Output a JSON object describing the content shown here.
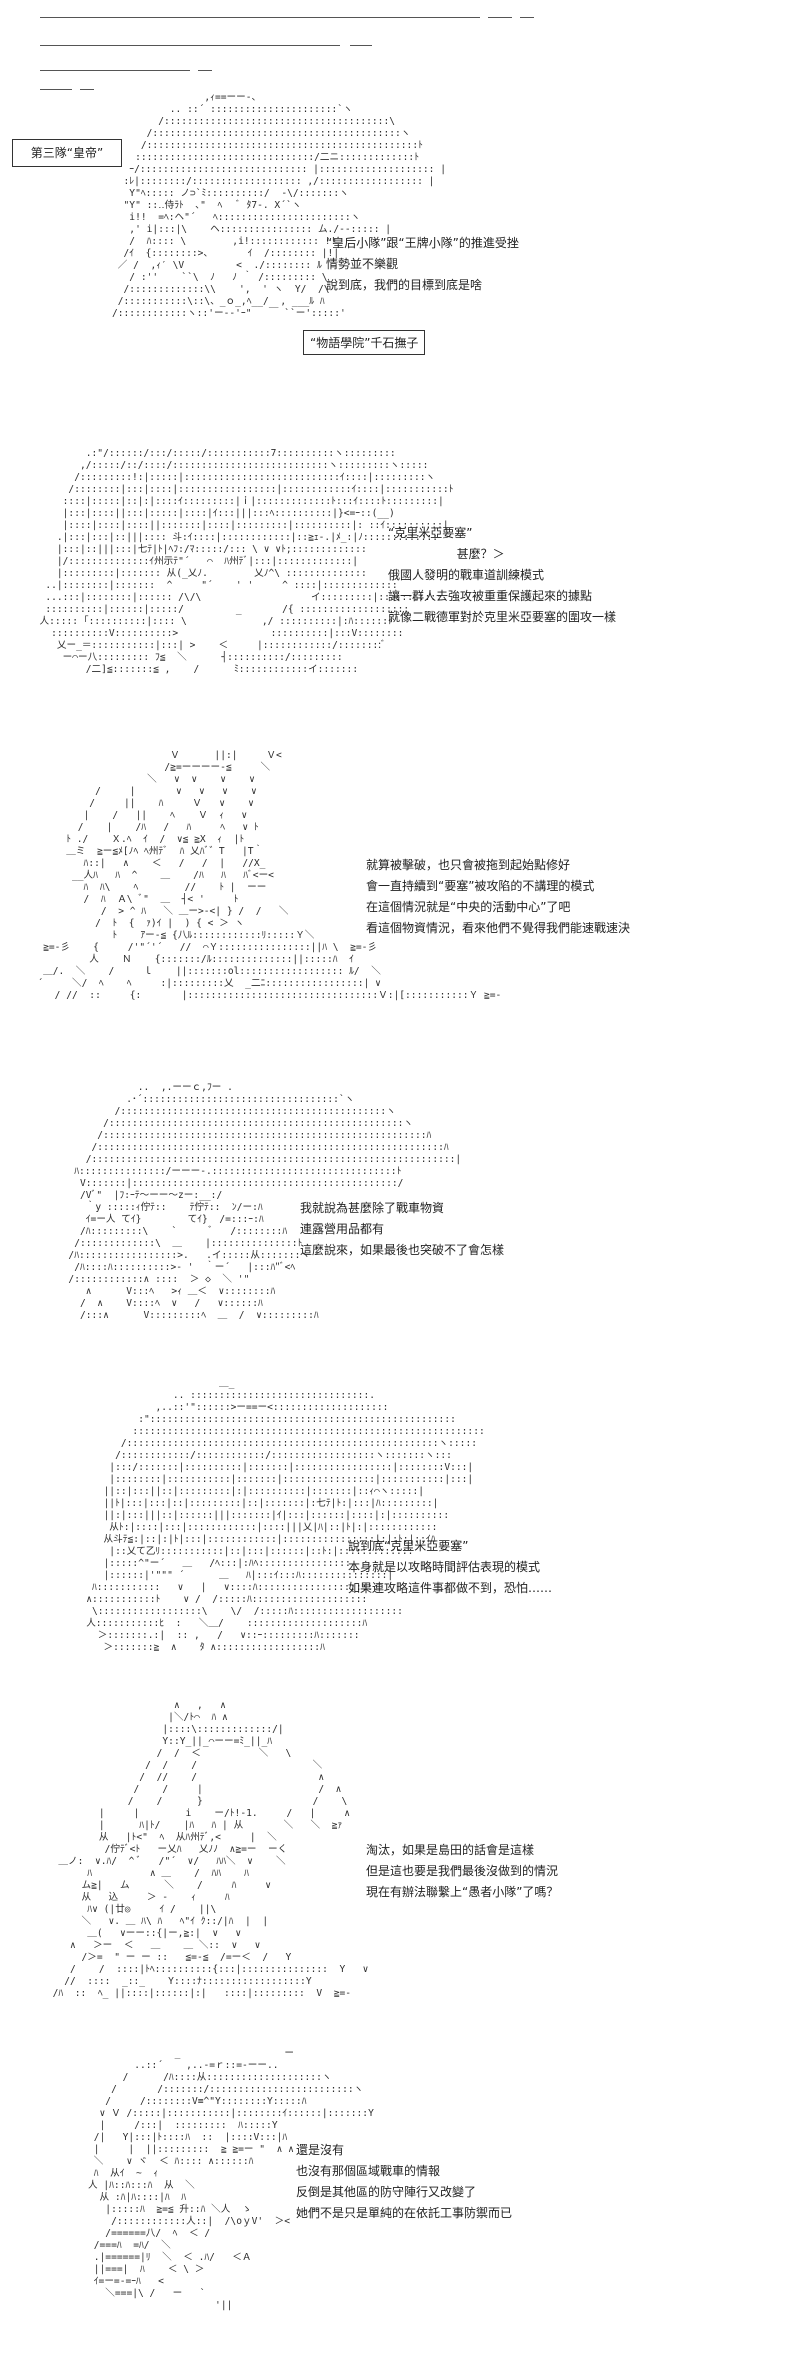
{
  "header_rules_count": 9,
  "team_label": "第三隊“皇帝”",
  "panels": [
    {
      "art": "                         ,ｨ==ーー-、\n                   .. ::´ ::::::::::::::::::::::`ヽ\n                 /:::::::::::::::::::::::::::::::::::::::\\\n               /:::::::::::::::::::::::::::::::::::::::::::ヽ\n              /:::::::::::::::::::::::::::::::::::::::::::::::ﾄ\n             :::::::::::::::::::::::::::::::/二ニ:::::::::::::ﾄ\n            ｰ/::::::::::::::::::::::::::::: |:::::::::::::::::::: |\n           :ﾚ|::::::::/::::::::::::::::::: ,/:::::::::::::::::: |\n            Y\"ﾍ::::: ノ⊃`ﾐ::::::::::/  -\\/:::::::ヽ\n           \"Y\" ::‥侍ﾗﾄ  ､\"  ﾍ   ﾞ ﾀ7-. X´`ヽ\n            i!!  =ﾍ:ヘ\"´   ﾍ:::::::::::::::::::::::ヽ\n            ,' i|:::|\\    ヘ:::::::::::::::: ム./-‐::::: |\n            /  ﾊ:::: \\        ,i!:::::::::::: !!\n           /ｲ  {::::::::>、      ｲ  /:::::::: |!|\n          ／ /  ,ｨ′ \\V         <  ./:::::::: ﾙ\n            / :''    ``\\  ﾉ   ﾉ ｀ /::::::::: \\\n           /:::::::::::::\\\\    ',  ' ヽ  Y/  /\\\n          /:::::::::::\\::\\、_ｏ_,ﾍ__/  , ___ﾙ ﾊ\n         /::::::::::::ヽ::'ー--'ｰ\"   ￣ ``ー':::::'",
      "art_pos": "left:60px;top:92px;",
      "lines": [
        "“皇后小隊”跟“王牌小隊”的推進受挫",
        "情勢並不樂觀",
        "說到底，我們的目標到底是啥"
      ],
      "lines_pos": "left:326px;top:235px;",
      "name": "“物語學院”千石撫子",
      "name_pos": "left:303px;top:330px;"
    },
    {
      "art": "          .:\"/::::::/:::/:::::/:::::::::::7::::::::::ヽ:::::::::\n         ,/:::::/::/::::/:::::::::::::::::::::::::::ヽ:::::::::ヽ:::::\n        /:::::::::!:|:::::|:::::::::::::::::::::::::::ｲ::::|:::::::::ヽ\n       /::::::::|:::|::::|:::::::::::::::::|::::::::::::ｲ::::|:::::::::::ﾄ\n      ::::|:::::|::|:|::::ｲ:::::::::|ｉ|:::::::::::::ﾄ:::ｲ::::ﾄ:::::::::|\n      |:::|::::||:::|:::::|::::|ｲ:::|||:::ﾍ::::::::::|}<=ｰ::(__)\n      |::::|::::|::::||:::::::|::::|:::::::::|::::::::::|: ::ｲ::::::::::|\n     .|:::|:::|::|||:::: 斗:ｲ::::|::::::::::::|::≧ｪ-.|ﾒ_:|ﾉ:::::::::::::\n     |:::|::|||:::|七ﾃ|ﾄ|ﾍﾌ:/ﾏ:::::/::: \\ ∨ ∨ﾄ;:::::::::::::\n     |/::::::::::::::ｲ州示ﾃ\"´   ⌒  ﾊ州ﾃﾞ|:::|:::::::::::::|\n     |:::::::::|::::::: 从(_乂ﾉ.        乂ﾉ^\\ ::::::::::::::\n   ..|::::::::|:::::::  ^     \"´    ' '     ^ ::::|:::::::::::::\n   ...:::|::::::::|:::::: /\\/\\                   イ:::::::::|:::::::::::\n   ::::::::::|::::::|:::::/         _       /{ :::::::::::::::::::\n  人::::: ｢::::::::::|:::: \\             ,/ ::::::::::|:ﾊ::::::ﾄ\n    ::::::::::V::::::::::>                ::::::::::|:::V::::::::\n     乂ー_＝:::::::::::|:::| >    ＜     |::::::::::::/::::::::ﾞ\n      ー⌒ー八::::::::: ﾌ≦  ＼      ┤::::::::::/:::::::::\n          /二]≦:::::::≦ ,    /      ﾐ::::::::::::イ:::::::",
      "art_pos": "left:28px;top:448px;",
      "lines": [
        "“克里米亞要塞”",
        "                  甚麼？＞",
        "俄國人發明的戰車道訓練模式",
        "讓一群人去強攻被重重保護起來的據點",
        "就像二戰德軍對於克里米亞要塞的圍攻一樣"
      ],
      "lines_pos": "left:388px;top:525px;",
      "name": "",
      "name_pos": ""
    },
    {
      "art": "                          Ｖ      ||:|     Ｖ<\n                         /≧=ーーーー-≦     ＼\n                      ＼   ∨  ∨    ∨    ∨\n             /     |       ∨   ∨   ∨    ∨\n            /     ||    ﾊ     Ｖ   ∨    ∨\n           |    /   ||    ﾍ    Ｖ  ｨ   ∨\n          /    |    /ﾊ   /   ﾊ     ﾍ   ∨ ﾄ\n        ﾄ ./    Ｘ.ﾍ  ｲ  /  ∨≦ ≧X  ｨ  |ﾄ\n        ＿ミ  ≧ー≦ﾒ[ﾉﾍ ﾍ州ﾃﾞ  ﾊ 乂ﾊﾞ゛T   |T｀\n           ﾊ::|   ∧    ＜   /   /  |   //X_\n         __人ﾊ   ﾊ  ^    ＿    /ﾊ   ﾊ   ﾊﾞ<ー<\n           ﾊ  ﾊ\\    ﾍ        //    ﾄ |  ーー\n           /  ﾊ  Ａ\\ ﾞ\"  ＿  ┤< '     ﾄ\n              /  > ^ ﾊ   ＼ ＿ー>-<| } /  /   ＼\n             /  ﾄ  {  ｧ)ｲ |  ) { < ＞ ヽ\n                ﾄ    ｱー-≦ {八ﾙ::::::::::::ﾘ:::::Ｙ＼\n    ≧=-彡    {     /'\"´'´   //  ⌒Ｙ::::::::::::::::||ﾊ \\  ≧=-彡\n            人    Ｎ    {:::::::/ﾙ::::::::::::::||:::::ﾊ  ｲ\n    ＿/.  ＼    /     ｌ    ||:::::::ol:::::::::::::::::: ﾙ/  ＼\n   ´     ＼/  ﾍ    ﾍ     :|:::::::::乂  _二ﾆ:::::::::::::::::| ∨\n      / //  ::     {:       |:::::::::::::::::::::::::::::::::Ｖ:|[:::::::::::Ｙ ≧=-",
      "art_pos": "left:20px;top:750px;",
      "lines": [
        "就算被擊破，也只會被拖到起始點修好",
        "會一直持續到“要塞”被攻陷的不講理的模式",
        "在這個情況就是“中央的活動中心”了吧",
        "看這個物資情況，看來他們不覺得我們能速戰速決"
      ],
      "lines_pos": "left:366px;top:857px;",
      "name": "",
      "name_pos": ""
    },
    {
      "art": "                   ..  ,.ーーｃ,ﾌー .\n                 .･´::::::::::::::::::::::::::::::::::`ヽ\n               /::::::::::::::::::::::::::::::::::::::::::::::ヽ\n             /:::::::::::::::::::::::::::::::::::::::::::::::::::ヽ\n            /::::::::::::::::::::::::::::::::::::::::::::::::::::::::ﾊ\n           /::::::::::::::::::::::::::::::::::::::::::::::::::::::::::::ﾊ\n          /:::::::::::::::::::::::::::::::::::::::::::::::::::::::::::::::|\n        ﾊ:::::::::::::::/ーーー-.::::::::::::::::::::::::::::::::ﾄ\n         V:::::::|::::::::::::::::::::::::::::::::::::::::::::::/\n         /Vﾞ\"  |ﾌ:ｰﾃ〜ーー〜zー:__:/\n          ｀y :::::ｨ佇ﾃ::    ﾃ佇ﾃ::  ﾝ/ー:ﾊ\n          ｲ=ー人 てｲ}        てｲ}  /=:::ｰ:ﾊ\n         /ﾊ:::::::::\\    `      ﾞ   /::::::::ﾊ\n        /:::::::::::::\\  ＿    |:::::::::::::::ﾄ\n       /ﾊ:::::::::::::::::>.   .イ:::::从:::::::ヽ\n        /ﾊ::::ﾊ::::::::::>‐ '  ｀ー´   |:::ﾊ\"ﾞ<ﾍ\n       /::::::::::::∧ ::::  ＞ ◇  ＼ '\"\n          ∧      V:::ﾍ   >ｨ ＿＜  ∨::::::::ﾊ\n         /  ∧    V::::ﾍ  ∨   /   ∨::::::ﾊ\n         /:::∧      V:::::::::ﾍ  ＿  /  ∨:::::::::ﾊ",
      "art_pos": "left:28px;top:1082px;",
      "lines": [
        "我就說為甚麼除了戰車物資",
        "連露營用品都有",
        "這麼說來，如果最後也突破不了會怎樣"
      ],
      "lines_pos": "left:300px;top:1200px;",
      "name": "",
      "name_pos": ""
    },
    {
      "art": "                               ＿_\n                       .. :::::::::::::::::::::::::::::::.\n                    ,..::'\"::::::>ー==ー<::::::::::::::::::::\n                 :\":::::::::::::::::::::::::::::::::::::::::::::::::::::\n                :::::::::::::::::::::::::::::::::::::::::::::::::::::::::::::\n              /::::::::::::::::::::::::::::::::::::::::::::::::::::::ヽ:::::\n             /::::::::::::/::::::::::::/::::::::::::::::::ヽ:::::::ヽ:::\n            |:::/:::::::|::::::::::|:::::::|:::::::::::::::::|::::::::V:::|\n            |::::::::|:::::::::::|:::::::|::::::::::::::::|:::::::::::|:::|\n           ||::|:::||::|:::::::::|:|::::::::::|:::::::|::ｨ⌒ヽ:::::|\n           ||ﾄ|:::|:::|::|:::::::::|::|:::::::|:七ﾃ|ﾄ:|:::|ﾊ:::::::::|\n           ||:|:::|||::|::::::|||:::::::|ｲ|:::|::::::|::::|:|::::::::::\n            从ﾄ:|::::|:::|::::::::::::|::::|||乂|ﾊ|::|ﾄ|:|::::::::::::\n           从斗ﾃ≦:|::|:|ﾄ|:::|::::::::::::|::::::::::::::::|:|:ﾄ:|::ｲﾊ\n            |::乂て乙ﾘ:::::::::::|::|:::|::::::|::ﾄ:|:::::::::::::\n           |:::::^\"ー´   ＿   /ﾍ:::|:ﾊﾍ::::::::::::::::\n           |::::::|'\"\"\" ´      ＿   ﾊ|:::ｲ:::ﾊ:::::::::::::::|\n         ﾊ:::::::::::   ∨   |   ∨::::ﾊ:::::::::::::::::::::\n        ∧:::::::::::ﾄ    ∨ /  /:::::ﾊ::::::::::::::::::::\n         \\::::::::::::::::::\\    \\/  /:::::ﾊ:::::::::::::::::::\n        人:::::::::::ﾋ  :   ＼＿/    ::::::::::::::::::::ﾊ\n          ＞:::::::.:|  :: ,   /   ∨::ｰ:::::::::ﾊ:::::::\n           ＞:::::::≧  ∧    ﾀ ∧::::::::::::::::::ﾊ",
      "art_pos": "left:40px;top:1378px;",
      "lines": [
        "說到底“克里米亞要塞”",
        "本身就是以攻略時間評估表現的模式",
        "如果連攻略這件事都做不到，恐怕……"
      ],
      "lines_pos": "left:348px;top:1538px;",
      "name": "",
      "name_pos": ""
    },
    {
      "art": "                           ∧   ,   ∧\n                          |＼/ﾄ⌒  ﾊ ∧\n                         |::::\\:::::::::::::/|\n                         Y::Y_||_⌒ーー=ﾐ_||_ﾊ\n                        /  /  ＜          ＼   \\ \n                      /  /    /                    ＼\n                     /  //    /                     ∧\n                    /    /     |                    /  ∧\n                   /    /      }                   /    \\\n              |     |        i    ー/ﾄ!-1.     /   |     ∧\n              |      ﾊ|ﾄ/    |ﾊ   ﾊ | 从       ＼   ＼  ≧ｧ\n              从   |ﾄ<\"  ﾍ  从ﾊ州ﾃﾞ,<     |  ＼\n               /佇ﾃﾞ<ﾄ   ー乂ﾊ   乂ﾉﾉ  ∧≧=ー  ーく\n       ＿ノ:  ∨.ﾊ/  ^ ﾞ   /\"´  ∨/   ﾊﾊ＼  ∨    ＼\n            ﾊ          ∧ ＿    /  ﾊﾊ    ﾊ\n           ム≧|   ム      ＼    /     ﾊ     ∨\n           从   込     ＞ -    ｨ     ﾊ\n            ﾊ∨ (|廿◎     ｲ /    ||\\\n           ＼   ∨. ＿ ﾊ\\ ﾊ   ﾍ\"ｲ ｸ::/|ﾊ  |  |\n            ＿(   ∨ーー::{|ー,≧:|  ∨   ∨\n         ∧   ＞ー  ＜   ＿    ＿ ＼::  ∨   ∨\n           /＞=  \" ー ー ::   ≦=-≦  /=ー＜  /   Y\n         /    /  ::::|ﾄﾍ::::::::::{:::|:::::::::::::::  Y   ∨\n        //  ::::  _::_    Y::::ﾅ::::::::::::::::::Y\n      /ﾊ  ::  ﾍ_ ||::::|::::::|:|   ::::|:::::::::  V  ≧=-",
      "art_pos": "left:18px;top:1700px;",
      "lines": [
        "淘汰，如果是島田的話會是這樣",
        "但是這也要是我們最後沒做到的情況",
        "現在有辦法聯繫上“愚者小隊”了嗎？"
      ],
      "lines_pos": "left:366px;top:1842px;",
      "name": "",
      "name_pos": ""
    },
    {
      "art": "                        _                  ー\n                 ..::´    ,..-=ｒ::=-ーー..\n               /      /ﾊ::::从::::::::::::::::::::ヽ\n             /       /:::::::/:::::::::::::::::::::::::ヽ\n            /     /::::::::V≡^\"Y::::::::Y:::::ﾊ\n           ∨ Ｖ /:::::|:::::::::::|::::::::ｲ::::::|:::::::Y\n           |     /:::|  :::::::::  ﾊ:::::Y\n          /|   Y|:::|ﾄ::::ﾊ  ::  |::::V:::|ﾊ\n          |     |  ||:::::::::  ≧ ≧=ー \"  ∧ ∧\n          ＼    ∨ ヾ  ＜ ﾊ:::: ∧::::::ﾊ\n          ﾊ  从ｲ  ~  ｨ\n         人 |ﾊ::ﾊ:::ﾊ  从  ＼\n           从 :ﾊ|ﾊ::::|ﾊ  ﾊ\n            |:::::ﾊ  ≧=≦ 升::ﾊ ＼人  ゝ\n             /::::::::::::人::|  /\\oｙV'  ＞<\n            /======八/  ﾍ  ＜ /\n          /===ﾊ  =ﾊ/  ＼\n          .|======|ﾘ  ＼  ＜ .ﾊ/   ＜Ａ\n          ||===|  ﾊ    ＜ \\ ＞\n          ｲ=ー=-=ｰﾊ   <\n            ＼===|\\ /   ー   `\n                               '||",
      "art_pos": "left:36px;top:2048px;",
      "lines": [
        "還是沒有",
        "也沒有那個區域戰車的情報",
        "反倒是其他區的防守陣行又改變了",
        "她們不是只是單純的在依託工事防禦而已"
      ],
      "lines_pos": "left:296px;top:2142px;",
      "name": "",
      "name_pos": ""
    }
  ]
}
